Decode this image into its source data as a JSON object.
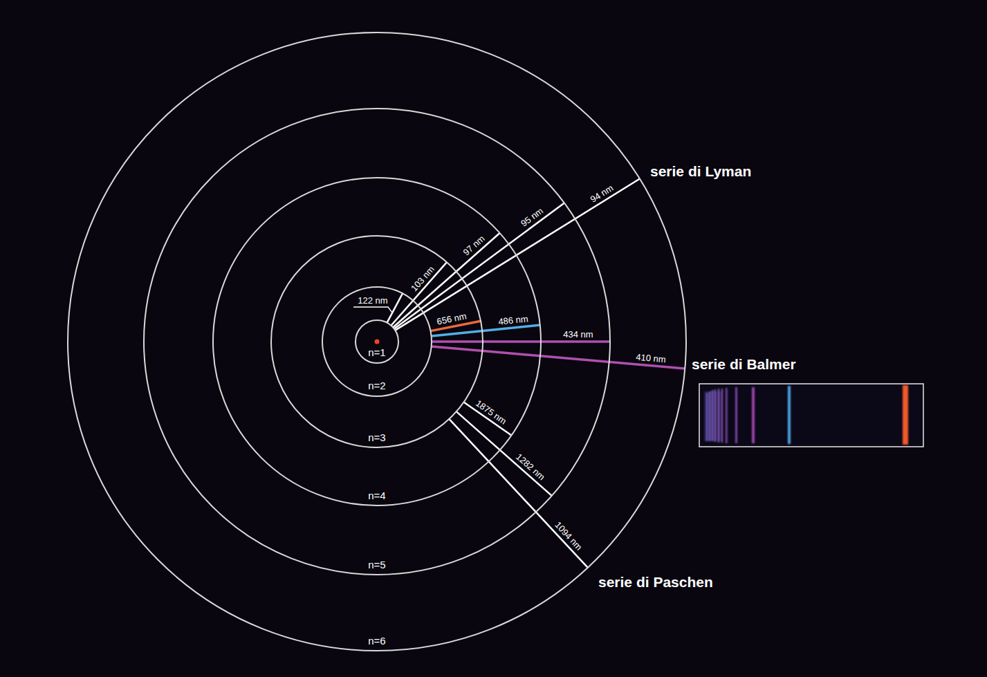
{
  "diagram": {
    "nodes": [
      {
        "text": [
          "n=6"
        ]
      },
      {
        "text": [
          "n=5"
        ],
        "in": 0
      },
      {
        "text": [
          "n=4"
        ],
        "in": 1
      },
      {
        "text": [
          "n=3"
        ],
        "in": 2
      },
      {
        "text": [
          "n=2"
        ],
        "in": 3
      },
      {
        "text": [
          "n=1"
        ],
        "in": 4
      }
    ],
    "edges": [
      {
        "from": 5,
        "to": 4,
        "arrow": "none",
        "label": "122 nm"
      },
      {
        "from": 5,
        "to": 3,
        "arrow": "none",
        "label": "103 nm"
      },
      {
        "from": 5,
        "to": 2,
        "arrow": "none",
        "label": "97 nm"
      },
      {
        "from": 5,
        "to": 1,
        "arrow": "none",
        "label": "95 nm"
      },
      {
        "from": 5,
        "to": 0,
        "arrow": "none",
        "label": "94 nm"
      },
      {
        "from": 4,
        "to": 3,
        "arrow": "none",
        "label": "656 nm"
      },
      {
        "from": 4,
        "to": 2,
        "arrow": "none",
        "label": "486 nm"
      },
      {
        "from": 4,
        "to": 1,
        "arrow": "none",
        "label": "434 nm"
      },
      {
        "from": 4,
        "to": 0,
        "arrow": "none",
        "label": "410 nm"
      },
      {
        "from": 3,
        "to": 2,
        "arrow": "none",
        "label": "1875 nm"
      },
      {
        "from": 3,
        "to": 1,
        "arrow": "none",
        "label": "1282 nm"
      },
      {
        "from": 3,
        "to": 0,
        "arrow": "none",
        "label": "1094 nm"
      }
    ],
    "labels": [
      "serie di Lyman",
      "serie di Balmer",
      "serie di Paschen"
    ]
  }
}
